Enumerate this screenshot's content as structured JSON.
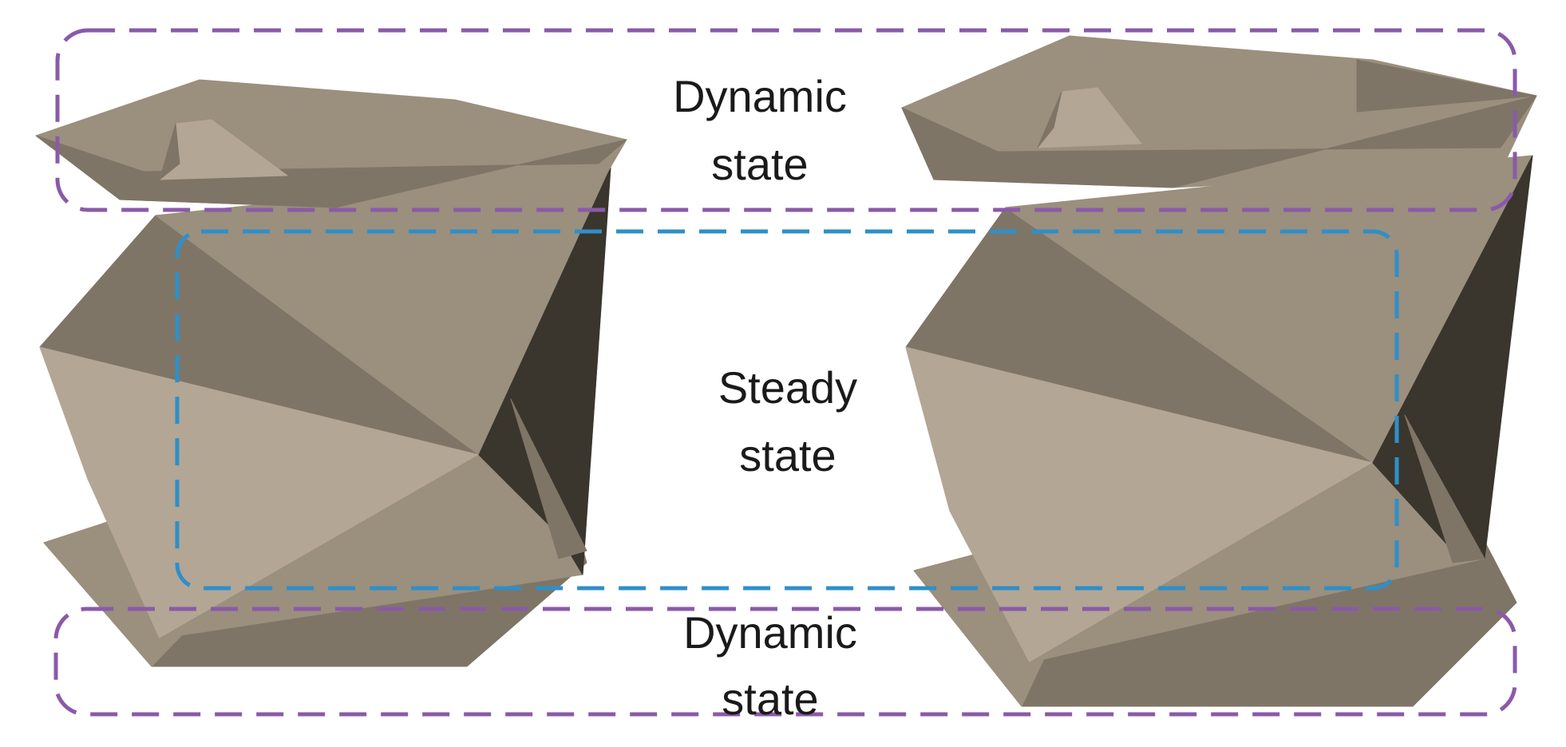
{
  "labels": {
    "top_line1": "Dynamic",
    "top_line2": "state",
    "middle_line1": "Steady",
    "middle_line2": "state",
    "bottom_line1": "Dynamic",
    "bottom_line2": "state"
  },
  "colors": {
    "dynamic_box": "#8a5aa8",
    "steady_box": "#2f8fc8",
    "facet_light": "#b3a694",
    "facet_mid": "#9b8f7e",
    "facet_dark": "#7f7566",
    "facet_shadow": "#3a352d"
  }
}
